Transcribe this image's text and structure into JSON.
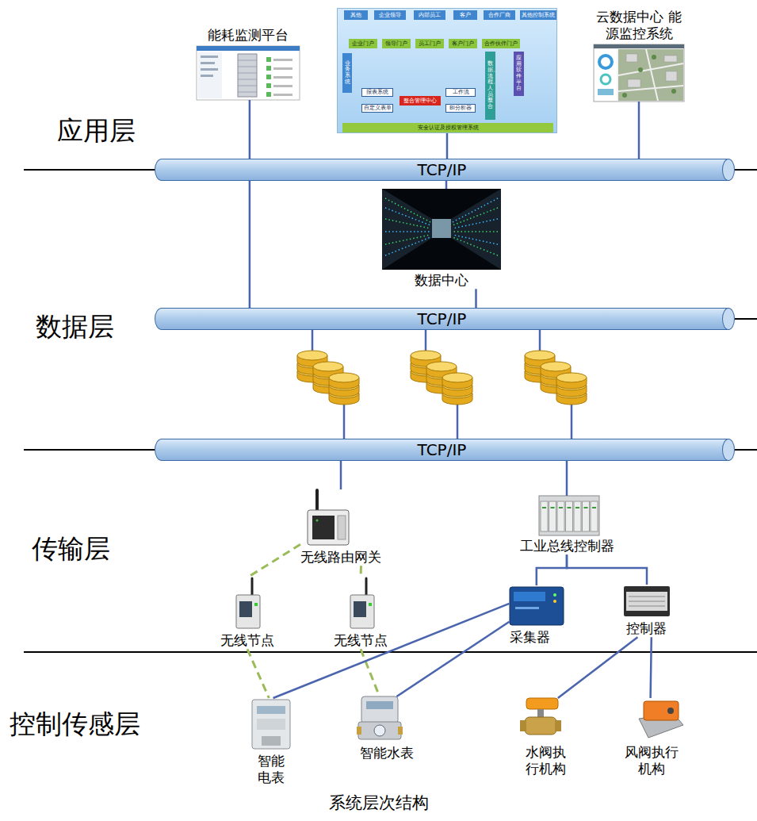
{
  "diagram": {
    "caption": "系统层次结构",
    "nodes": [
      {
        "text": [
          "能耗监测平台"
        ]
      },
      {
        "text": [
          "安全认证及授权管理系统"
        ]
      },
      {
        "text": [
          "其他"
        ],
        "in": 1
      },
      {
        "text": [
          "企业领导"
        ],
        "in": 1
      },
      {
        "text": [
          "内部员工"
        ],
        "in": 1
      },
      {
        "text": [
          "客户"
        ],
        "in": 1
      },
      {
        "text": [
          "合作厂商"
        ],
        "in": 1
      },
      {
        "text": [
          "其他控制系统"
        ],
        "in": 1
      },
      {
        "text": [
          "企业门户"
        ],
        "in": 1
      },
      {
        "text": [
          "领导门户"
        ],
        "in": 1
      },
      {
        "text": [
          "员工门户"
        ],
        "in": 1
      },
      {
        "text": [
          "客户门户"
        ],
        "in": 1
      },
      {
        "text": [
          "合作伙伴门户"
        ],
        "in": 1
      },
      {
        "text": [
          "业务系统"
        ],
        "in": 1
      },
      {
        "text": [
          "报表系统"
        ],
        "in": 1
      },
      {
        "text": [
          "整合管理中心"
        ],
        "in": 1
      },
      {
        "text": [
          "工作流"
        ],
        "in": 1
      },
      {
        "text": [
          "自定义表单"
        ],
        "in": 1
      },
      {
        "text": [
          "BI分析器"
        ],
        "in": 1
      },
      {
        "text": [
          "数据、流程、人员整合"
        ],
        "in": 1
      },
      {
        "text": [
          "应用软件平台"
        ],
        "in": 1
      },
      {
        "text": [
          "云数据中心 能源监控系统"
        ]
      },
      {
        "text": [
          "TCP/IP"
        ]
      },
      {
        "text": [
          "数据中心"
        ]
      },
      {
        "text": [
          "TCP/IP"
        ]
      },
      {
        "text": [
          "TCP/IP"
        ]
      },
      {
        "text": [
          "无线路由网关"
        ]
      },
      {
        "text": [
          "工业总线控制器"
        ]
      },
      {
        "text": [
          "无线节点"
        ]
      },
      {
        "text": [
          "无线节点"
        ]
      },
      {
        "text": [
          "采集器"
        ]
      },
      {
        "text": [
          "控制器"
        ]
      },
      {
        "text": [
          "智能 电表"
        ]
      },
      {
        "text": [
          "智能水表"
        ]
      },
      {
        "text": [
          "水阀执行机构"
        ]
      },
      {
        "text": [
          "风阀执行机构"
        ]
      }
    ],
    "edges": [
      {
        "from": 0,
        "to": 24,
        "arrow": "none"
      },
      {
        "from": 1,
        "to": 22,
        "arrow": "none"
      },
      {
        "from": 21,
        "to": 22,
        "arrow": "none"
      },
      {
        "from": 22,
        "to": 23,
        "arrow": "none"
      },
      {
        "from": 23,
        "to": 24,
        "arrow": "none"
      },
      {
        "from": 25,
        "to": 26,
        "arrow": "none"
      },
      {
        "from": 25,
        "to": 27,
        "arrow": "none"
      },
      {
        "from": 26,
        "to": 28,
        "arrow": "none"
      },
      {
        "from": 26,
        "to": 29,
        "arrow": "none"
      },
      {
        "from": 27,
        "to": 30,
        "arrow": "none"
      },
      {
        "from": 27,
        "to": 31,
        "arrow": "none"
      },
      {
        "from": 28,
        "to": 32,
        "arrow": "none"
      },
      {
        "from": 29,
        "to": 33,
        "arrow": "none"
      },
      {
        "from": 30,
        "to": 32,
        "arrow": "none"
      },
      {
        "from": 30,
        "to": 33,
        "arrow": "none"
      },
      {
        "from": 31,
        "to": 34,
        "arrow": "none"
      },
      {
        "from": 31,
        "to": 35,
        "arrow": "none"
      }
    ],
    "labels": [
      "应用层",
      "数据层",
      "传输层",
      "控制传感层"
    ]
  }
}
